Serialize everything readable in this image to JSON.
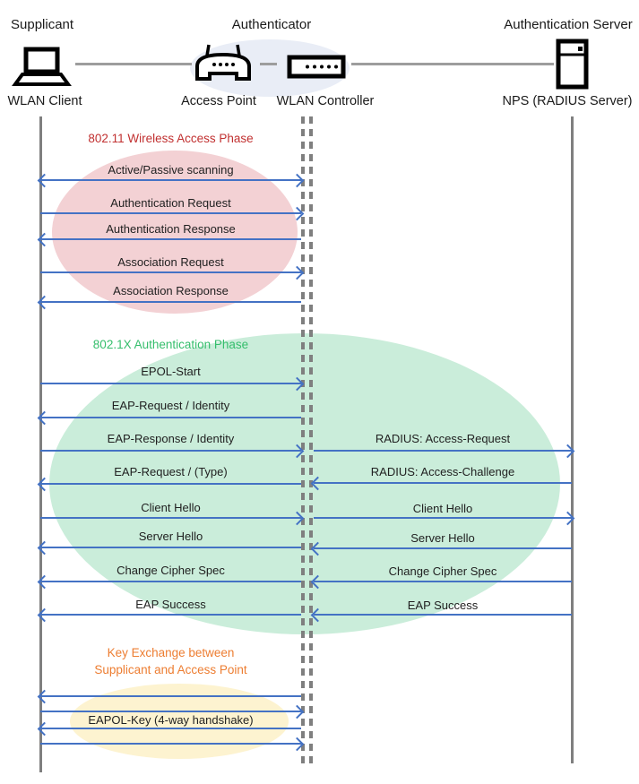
{
  "actors": {
    "supplicant": {
      "role": "Supplicant",
      "device": "WLAN Client",
      "icon": "laptop-icon"
    },
    "authenticator": {
      "role": "Authenticator",
      "device_left": "Access Point",
      "device_right": "WLAN Controller",
      "icon_left": "wireless-router-icon",
      "icon_right": "wlan-controller-icon"
    },
    "server": {
      "role": "Authentication Server",
      "device": "NPS (RADIUS Server)",
      "icon": "server-icon"
    }
  },
  "phase1": {
    "title": "802.11 Wireless Access Phase",
    "title_color": "#C13030",
    "fill": "#F3D1D4",
    "messages": [
      "Active/Passive scanning",
      "Authentication Request",
      "Authentication Response",
      "Association Request",
      "Association Response"
    ],
    "directions": [
      "both",
      "right",
      "left",
      "right",
      "left"
    ]
  },
  "phase2": {
    "title": "802.1X Authentication Phase",
    "title_color": "#35BE6C",
    "fill": "#CAEDDA",
    "left_messages": [
      "EPOL-Start",
      "EAP-Request / Identity",
      "EAP-Response / Identity",
      "EAP-Request / (Type)",
      "Client Hello",
      "Server Hello",
      "Change Cipher Spec",
      "EAP Success"
    ],
    "left_directions": [
      "right",
      "left",
      "right",
      "left",
      "right",
      "left",
      "left",
      "left"
    ],
    "right_messages": [
      "RADIUS: Access-Request",
      "RADIUS: Access-Challenge",
      "Client Hello",
      "Server Hello",
      "Change Cipher Spec",
      "EAP Success"
    ],
    "right_directions": [
      "right",
      "left",
      "right",
      "left",
      "left",
      "left"
    ]
  },
  "phase3": {
    "title_line1": "Key Exchange between",
    "title_line2": "Supplicant and Access Point",
    "title_color": "#ED7D31",
    "fill": "#FDF3D0",
    "message": "EAPOL-Key (4-way handshake)",
    "arrow_directions": [
      "left",
      "right",
      "left",
      "right"
    ]
  },
  "colors": {
    "arrow": "#4472C4",
    "lifeline": "#7F7F7F",
    "connector": "#9D9D9D",
    "authenticator_fill": "#E9EDF6",
    "message_text": "#212121"
  }
}
